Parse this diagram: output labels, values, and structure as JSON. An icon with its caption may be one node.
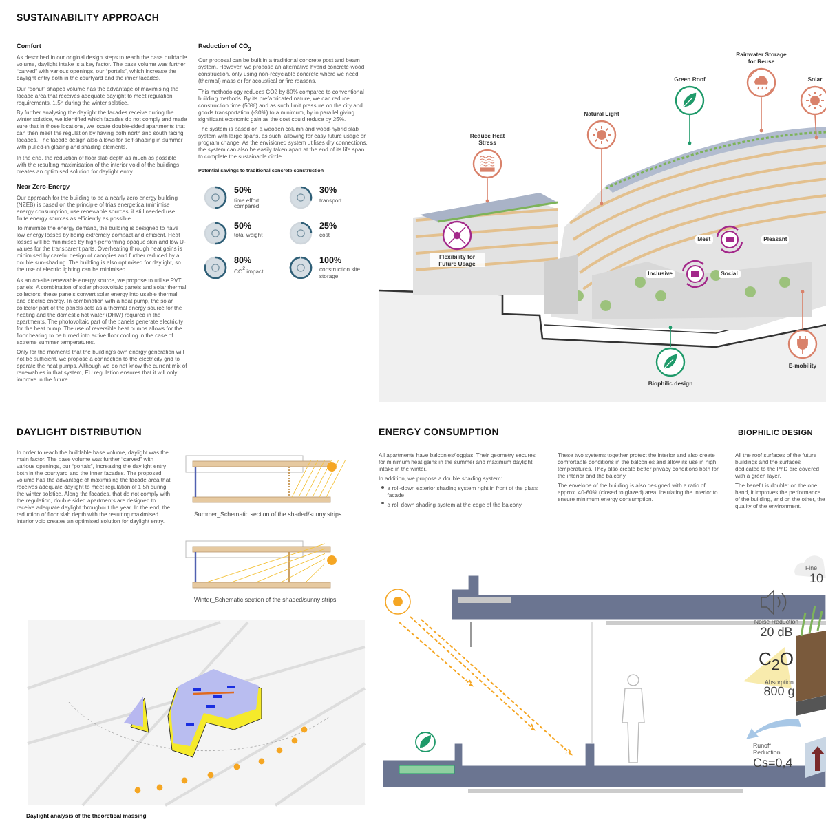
{
  "diagram": {
    "nodes": [
      {
        "text": [
          "Reduce Heat Stress"
        ]
      },
      {
        "text": [
          "Natural Light"
        ]
      },
      {
        "text": [
          "Green Roof"
        ]
      },
      {
        "text": [
          "Rainwater Storage for Reuse"
        ]
      },
      {
        "text": [
          "Solar"
        ]
      },
      {
        "text": [
          "Flexibility for Future Usage"
        ]
      },
      {
        "text": [
          "Biophilic design"
        ]
      },
      {
        "text": [
          "E-mobility"
        ]
      }
    ],
    "edges": [
      {
        "from": 0,
        "to": null,
        "arrow": "other"
      },
      {
        "from": 1,
        "to": null,
        "arrow": "other"
      },
      {
        "from": 2,
        "to": null,
        "arrow": "other",
        "color": "#1f9a6a"
      },
      {
        "from": 3,
        "to": null,
        "arrow": "other"
      },
      {
        "from": 4,
        "to": null,
        "arrow": "other"
      },
      {
        "from": 6,
        "to": null,
        "arrow": "other",
        "color": "#1f9a6a"
      },
      {
        "from": 7,
        "to": null,
        "arrow": "other"
      }
    ],
    "labels": [
      "SUSTAINABILITY APPROACH",
      "Comfort",
      "As described in our original design steps to reach the base buildable volume, daylight intake is a key factor. The base volume was further “carved” with various openings, our “portals”, which increase the daylight entry both in the courtyard and the inner facades.",
      "Our “donut” shaped volume has the advantage of maximising the facade area that receives adequate daylight to meet regulation requirements, 1.5h during the winter solstice.",
      "By further analysing the daylight the facades receive during the winter solstice, we identified which facades do not comply and made sure that in those locations, we locate double-sided apartments that can then meet the regulation by having both north and south facing facades. The facade design also allows for self-shading in summer with pulled-in glazing and shading elements.",
      "In the end, the reduction of floor slab depth as much as possible with the resulting maximisation of the interior void of the buildings creates an optimised solution for daylight entry.",
      "Near Zero-Energy",
      "Our approach for the building to be a nearly zero energy building (NZEB) is based on the principle of trias energetica (minimise energy consumption, use renewable sources, if still needed use finite energy sources as efficiently as possible.",
      "To minimise the energy demand, the building is designed to have low energy losses by being extremely compact and efficient. Heat losses will be minimised by high-performing opaque skin and low U-values for the transparent parts. Overheating through heat gains is minimised by careful design of canopies and further reduced by a double sun-shading. The building is also optimised for daylight, so the use of electric lighting can be minimised.",
      "As an on-site renewable energy source, we propose to utilise PVT panels. A combination of solar photovoltaic panels and solar thermal collectors, these panels convert solar energy into usable thermal and electric energy. In combination with a heat pump, the solar collector part of the panels acts as a thermal energy source for the heating and the domestic hot water (DHW) required in the apartments. The photovoltaic part of the panels generate electricity for the heat pump. The use of reversible heat pumps allows for the floor heating to be turned into active floor cooling in the case of extreme summer temperatures.",
      "Only for the moments that the building's own energy generation will not be sufficient, we propose a connection to the electricity grid to operate the heat pumps. Although we do not know the current mix of renewables in that system, EU regulation ensures that it will only improve in the future.",
      "Reduction of CO$_{2}$",
      "Our proposal can be built in a traditional concrete post and beam system. However, we propose an alternative hybrid concrete-wood construction, only using non-recyclable concrete where we need (thermal) mass or for acoustical or fire reasons.",
      "This methodology reduces CO2 by 80% compared to conventional building methods. By its prefabricated nature, we can reduce construction time (50%) and as such limit pressure on the city and goods transportation (-30%) to a minimum, by in parallel giving significant economic gain as the cost could reduce by 25%.",
      "The system is based on a wooden column and wood-hybrid slab system with large spans, as such, allowing for easy future usage or program change. As the envisioned system utilises dry connections, the system can also be easily taken apart at the end of its life span to complete the sustainable circle.",
      "Potential savings to traditional concrete construction",
      "50%",
      "time effort compared",
      "30%",
      "transport",
      "50%",
      "total weight",
      "25%",
      "cost",
      "80%",
      "CO$^{2}$ impact",
      "100%",
      "construction site storage",
      "Meet",
      "Pleasant",
      "Inclusive",
      "Social",
      "DAYLIGHT DISTRIBUTION",
      "In order to reach the buildable base volume, daylight was the main factor. The base volume was further “carved” with various openings, our “portals”, increasing the daylight entry both in the courtyard and the inner facades. The proposed volume has the advantage of maximising the facade area that receives adequate daylight to meet regulation of 1.5h during the winter solstice. Along the facades, that do not comply with the regulation, double sided apartments are designed to receive adequate daylight throughout the year. In the end, the reduction of floor slab depth with the resulting maximised interior void creates an optimised solution for daylight entry.",
      "Summer_Schematic section of the shaded/sunny strips",
      "Winter_Schematic section of the shaded/sunny strips",
      "Daylight analysis of the theoretical massing",
      "ENERGY CONSUMPTION",
      "All apartments have balconies/loggias. Their geometry secures for minimum heat gains in the summer and maximum daylight intake in the winter.",
      "In addition, we propose a double shading system:",
      "a roll-down exterior shading system right in front of the glass facade",
      "a roll down shading system at the edge of the balcony",
      "These two systems together protect the interior and also create comfortable conditions in the balconies and allow its use in high temperatures. They also create better privacy conditions both for the interior and the balcony.",
      "The envelope of the building is also designed with a ratio of approx. 40-60% (closed to glazed) area, insulating the interior to ensure minimum energy consumption.",
      "BIOPHILIC DESIGN",
      "All the roof surfaces of the future buildings and the surfaces dedicated to the PhD are covered with a green layer.",
      "The benefit is double: on the one hand, it improves the performance of the building, and on the other, the quality of the environment.",
      "Fine",
      "10",
      "Noise Reduction",
      "20 dB",
      "C$_{2}$O",
      "Absorption",
      "800 g",
      "Runoff Reduction",
      "Cs=0,4"
    ]
  }
}
